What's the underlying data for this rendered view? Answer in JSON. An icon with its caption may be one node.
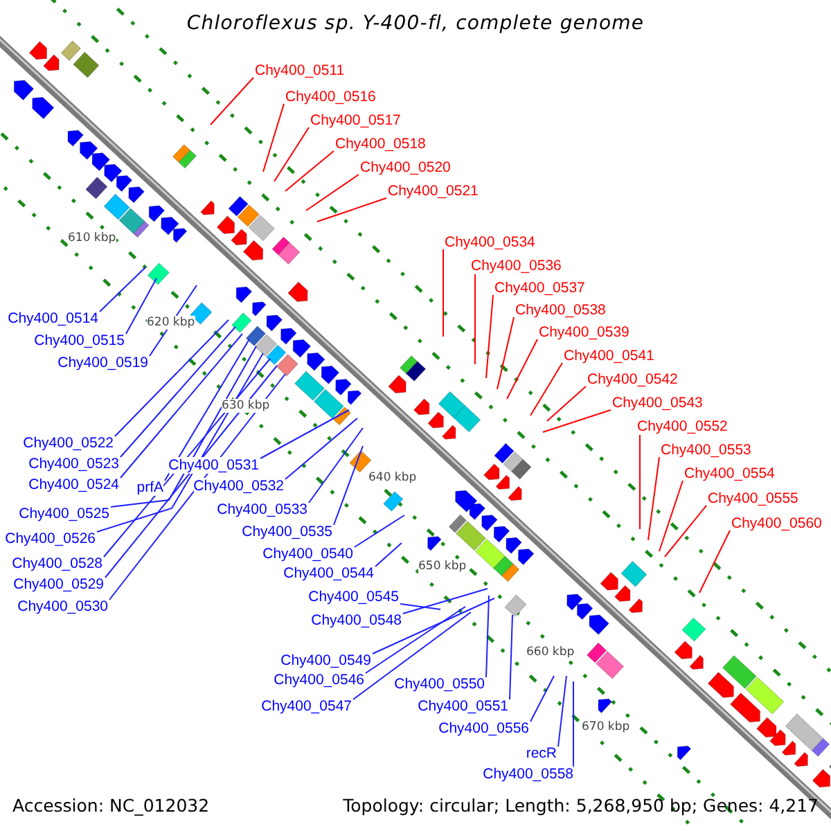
{
  "diagram": {
    "title": "Chloroflexus sp. Y-400-fl, complete genome",
    "nodes": [
      {
        "text": [
          "Chy400_0511"
        ]
      },
      {
        "text": [
          "Chy400_0516"
        ]
      },
      {
        "text": [
          "Chy400_0517"
        ]
      },
      {
        "text": [
          "Chy400_0518"
        ]
      },
      {
        "text": [
          "Chy400_0520"
        ]
      },
      {
        "text": [
          "Chy400_0521"
        ]
      },
      {
        "text": [
          "Chy400_0534"
        ]
      },
      {
        "text": [
          "Chy400_0536"
        ]
      },
      {
        "text": [
          "Chy400_0537"
        ]
      },
      {
        "text": [
          "Chy400_0538"
        ]
      },
      {
        "text": [
          "Chy400_0539"
        ]
      },
      {
        "text": [
          "Chy400_0541"
        ]
      },
      {
        "text": [
          "Chy400_0542"
        ]
      },
      {
        "text": [
          "Chy400_0543"
        ]
      },
      {
        "text": [
          "Chy400_0552"
        ]
      },
      {
        "text": [
          "Chy400_0553"
        ]
      },
      {
        "text": [
          "Chy400_0554"
        ]
      },
      {
        "text": [
          "Chy400_0555"
        ]
      },
      {
        "text": [
          "Chy400_0560"
        ]
      },
      {
        "text": [
          "Chy400_0514"
        ]
      },
      {
        "text": [
          "Chy400_0515"
        ]
      },
      {
        "text": [
          "Chy400_0519"
        ]
      },
      {
        "text": [
          "Chy400_0522"
        ]
      },
      {
        "text": [
          "Chy400_0523"
        ]
      },
      {
        "text": [
          "Chy400_0524"
        ]
      },
      {
        "text": [
          "prfA"
        ]
      },
      {
        "text": [
          "Chy400_0525"
        ]
      },
      {
        "text": [
          "Chy400_0526"
        ]
      },
      {
        "text": [
          "Chy400_0528"
        ]
      },
      {
        "text": [
          "Chy400_0529"
        ]
      },
      {
        "text": [
          "Chy400_0530"
        ]
      },
      {
        "text": [
          "Chy400_0531"
        ]
      },
      {
        "text": [
          "Chy400_0532"
        ]
      },
      {
        "text": [
          "Chy400_0533"
        ]
      },
      {
        "text": [
          "Chy400_0535"
        ]
      },
      {
        "text": [
          "Chy400_0540"
        ]
      },
      {
        "text": [
          "Chy400_0544"
        ]
      },
      {
        "text": [
          "Chy400_0545"
        ]
      },
      {
        "text": [
          "Chy400_0548"
        ]
      },
      {
        "text": [
          "Chy400_0549"
        ]
      },
      {
        "text": [
          "Chy400_0546"
        ]
      },
      {
        "text": [
          "Chy400_0550"
        ]
      },
      {
        "text": [
          "Chy400_0547"
        ]
      },
      {
        "text": [
          "Chy400_0551"
        ]
      },
      {
        "text": [
          "Chy400_0556"
        ]
      },
      {
        "text": [
          "recR"
        ]
      },
      {
        "text": [
          "Chy400_0558"
        ]
      }
    ],
    "edges": [
      {
        "from": 0,
        "to": null,
        "arrow": "none",
        "color": "#ff0000"
      },
      {
        "from": 1,
        "to": null,
        "arrow": "none",
        "color": "#ff0000"
      },
      {
        "from": 2,
        "to": null,
        "arrow": "none",
        "color": "#ff0000"
      },
      {
        "from": 3,
        "to": null,
        "arrow": "none",
        "color": "#ff0000"
      },
      {
        "from": 4,
        "to": null,
        "arrow": "none",
        "color": "#ff0000"
      },
      {
        "from": 5,
        "to": null,
        "arrow": "none",
        "color": "#ff0000"
      },
      {
        "from": 6,
        "to": null,
        "arrow": "none",
        "color": "#ff0000"
      },
      {
        "from": 7,
        "to": null,
        "arrow": "none",
        "color": "#ff0000"
      },
      {
        "from": 8,
        "to": null,
        "arrow": "none",
        "color": "#ff0000"
      },
      {
        "from": 9,
        "to": null,
        "arrow": "none",
        "color": "#ff0000"
      },
      {
        "from": 10,
        "to": null,
        "arrow": "none",
        "color": "#ff0000"
      },
      {
        "from": 11,
        "to": null,
        "arrow": "none",
        "color": "#ff0000"
      },
      {
        "from": 12,
        "to": null,
        "arrow": "none",
        "color": "#ff0000"
      },
      {
        "from": 13,
        "to": null,
        "arrow": "none",
        "color": "#ff0000"
      },
      {
        "from": 14,
        "to": null,
        "arrow": "none",
        "color": "#ff0000"
      },
      {
        "from": 15,
        "to": null,
        "arrow": "none",
        "color": "#ff0000"
      },
      {
        "from": 16,
        "to": null,
        "arrow": "none",
        "color": "#ff0000"
      },
      {
        "from": 17,
        "to": null,
        "arrow": "none",
        "color": "#ff0000"
      },
      {
        "from": 18,
        "to": null,
        "arrow": "none",
        "color": "#ff0000"
      },
      {
        "from": 19,
        "to": null,
        "arrow": "none"
      },
      {
        "from": 20,
        "to": null,
        "arrow": "none"
      },
      {
        "from": 21,
        "to": null,
        "arrow": "none"
      },
      {
        "from": 22,
        "to": null,
        "arrow": "none"
      },
      {
        "from": 23,
        "to": null,
        "arrow": "none"
      },
      {
        "from": 24,
        "to": null,
        "arrow": "none"
      },
      {
        "from": 25,
        "to": null,
        "arrow": "none"
      },
      {
        "from": 26,
        "to": null,
        "arrow": "none"
      },
      {
        "from": 27,
        "to": null,
        "arrow": "none"
      },
      {
        "from": 28,
        "to": null,
        "arrow": "none"
      },
      {
        "from": 29,
        "to": null,
        "arrow": "none"
      },
      {
        "from": 30,
        "to": null,
        "arrow": "none"
      },
      {
        "from": 31,
        "to": null,
        "arrow": "none"
      },
      {
        "from": 32,
        "to": null,
        "arrow": "none"
      },
      {
        "from": 33,
        "to": null,
        "arrow": "none"
      },
      {
        "from": 34,
        "to": null,
        "arrow": "none"
      },
      {
        "from": 35,
        "to": null,
        "arrow": "none"
      },
      {
        "from": 36,
        "to": null,
        "arrow": "none"
      },
      {
        "from": 37,
        "to": null,
        "arrow": "none"
      },
      {
        "from": 38,
        "to": null,
        "arrow": "none"
      },
      {
        "from": 39,
        "to": null,
        "arrow": "none"
      },
      {
        "from": 40,
        "to": null,
        "arrow": "none"
      },
      {
        "from": 41,
        "to": null,
        "arrow": "none"
      },
      {
        "from": 42,
        "to": null,
        "arrow": "none"
      },
      {
        "from": 43,
        "to": null,
        "arrow": "none"
      },
      {
        "from": 44,
        "to": null,
        "arrow": "none"
      },
      {
        "from": 45,
        "to": null,
        "arrow": "none"
      },
      {
        "from": 46,
        "to": null,
        "arrow": "none"
      }
    ],
    "labels": [
      "610 kbp",
      "620 kbp",
      "630 kbp",
      "640 kbp",
      "650 kbp",
      "660 kbp",
      "670 kbp",
      "Accession: NC_012032",
      "Topology: circular; Length: 5,268,950 bp; Genes: 4,217"
    ]
  }
}
